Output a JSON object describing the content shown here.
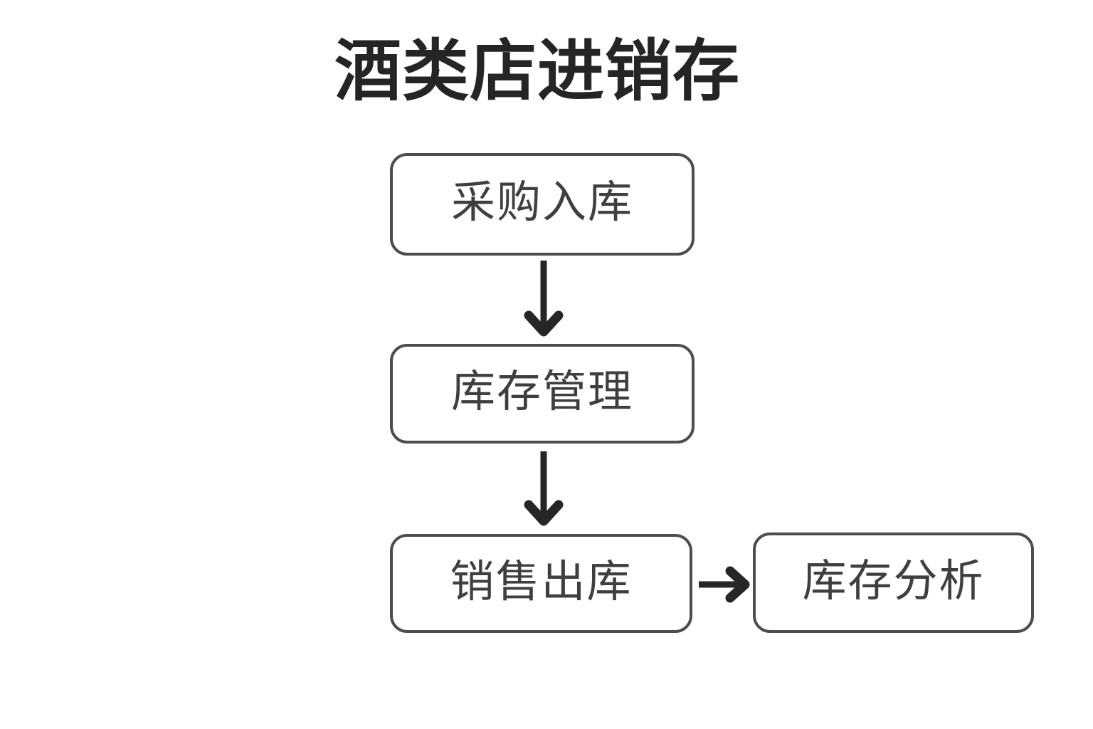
{
  "diagram": {
    "title": "酒类店进销存",
    "type": "flowchart",
    "background_color": "#ffffff",
    "node_border_color": "#4d4d4d",
    "node_text_color": "#3f3f3f",
    "title_color": "#252525",
    "arrow_color": "#262626",
    "nodes": [
      {
        "id": "purchase-in",
        "label": "采购入库",
        "shape": "rounded-rectangle"
      },
      {
        "id": "inventory-mgmt",
        "label": "库存管理",
        "shape": "rounded-rectangle"
      },
      {
        "id": "sales-out",
        "label": "销售出库",
        "shape": "rounded-rectangle"
      },
      {
        "id": "inventory-analysis",
        "label": "库存分析",
        "shape": "rounded-rectangle"
      }
    ],
    "edges": [
      {
        "from": "purchase-in",
        "to": "inventory-mgmt",
        "direction": "down",
        "label": ""
      },
      {
        "from": "inventory-mgmt",
        "to": "sales-out",
        "direction": "down",
        "label": ""
      },
      {
        "from": "sales-out",
        "to": "inventory-analysis",
        "direction": "right",
        "label": ""
      }
    ]
  }
}
